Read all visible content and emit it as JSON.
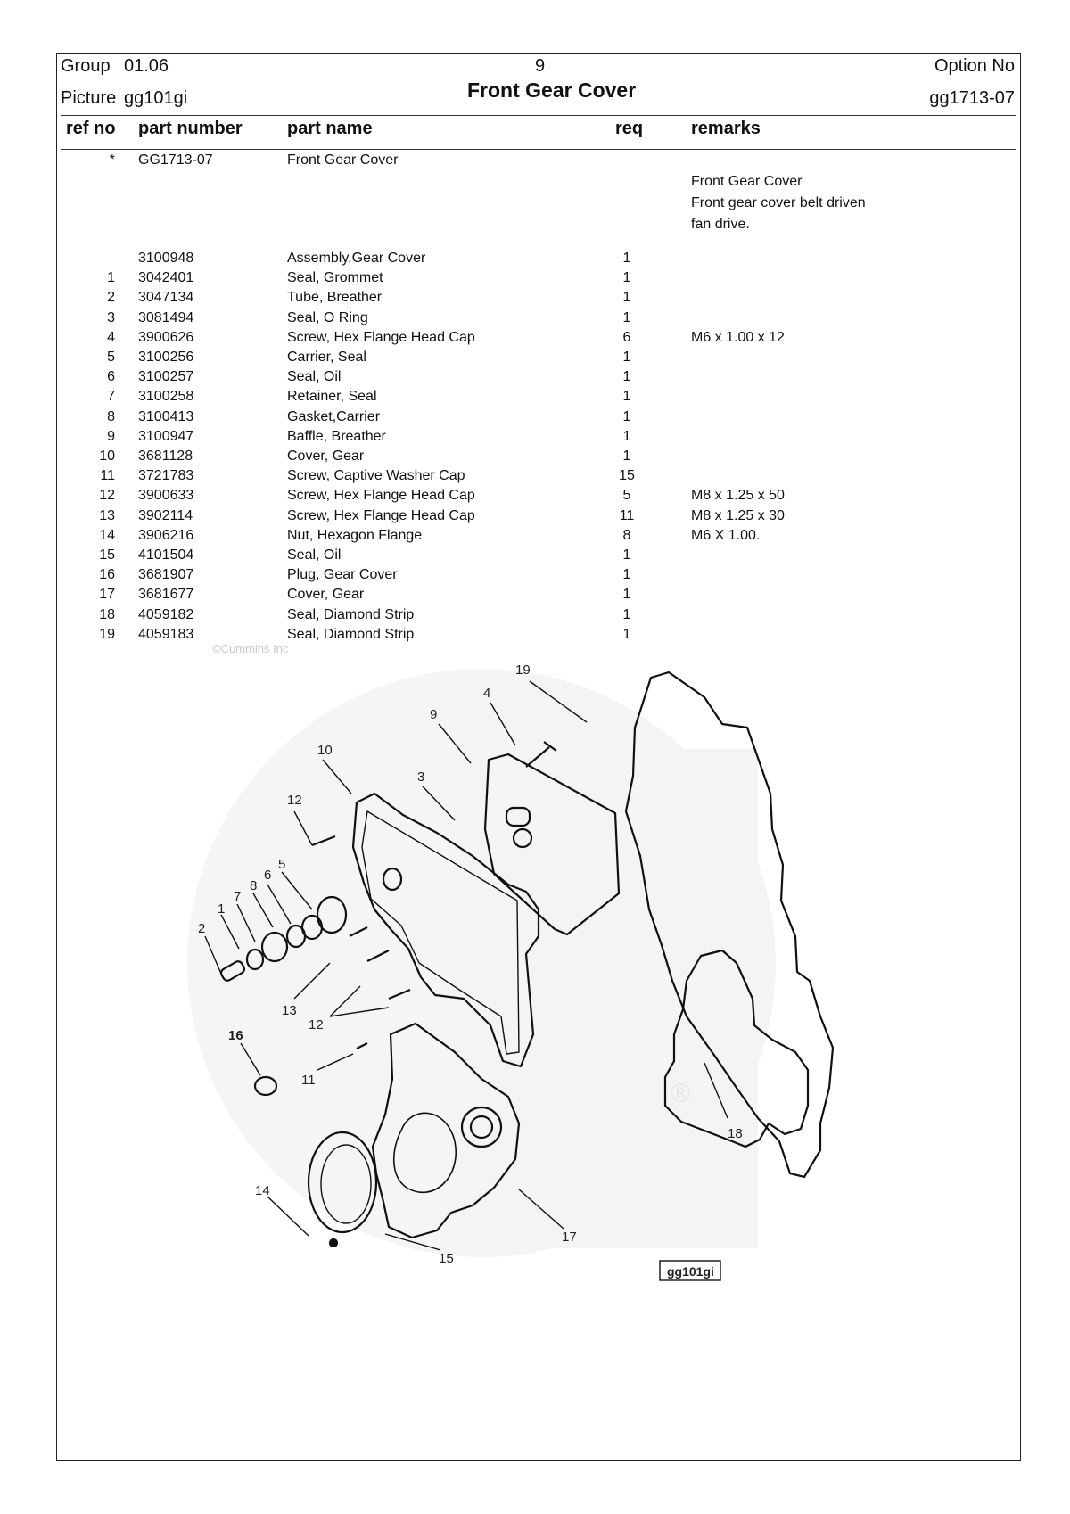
{
  "header": {
    "group_label": "Group",
    "group_value": "01.06",
    "page_number": "9",
    "option_label": "Option No",
    "picture_label": "Picture",
    "picture_value": "gg101gi",
    "title": "Front Gear Cover",
    "option_value": "gg1713-07"
  },
  "columns": {
    "ref_no": "ref no",
    "part_number": "part number",
    "part_name": "part name",
    "req": "req",
    "remarks": "remarks"
  },
  "top_row": {
    "ref": "*",
    "part_number": "GG1713-07",
    "part_name": "Front Gear Cover"
  },
  "remarks_block": [
    "Front Gear Cover",
    "Front gear cover belt driven",
    "fan drive."
  ],
  "parts": [
    {
      "ref": "",
      "part_number": "3100948",
      "part_name": "Assembly,Gear Cover",
      "req": "1",
      "remarks": ""
    },
    {
      "ref": "1",
      "part_number": "3042401",
      "part_name": "Seal, Grommet",
      "req": "1",
      "remarks": ""
    },
    {
      "ref": "2",
      "part_number": "3047134",
      "part_name": "Tube, Breather",
      "req": "1",
      "remarks": ""
    },
    {
      "ref": "3",
      "part_number": "3081494",
      "part_name": "Seal, O Ring",
      "req": "1",
      "remarks": ""
    },
    {
      "ref": "4",
      "part_number": "3900626",
      "part_name": "Screw, Hex Flange Head Cap",
      "req": "6",
      "remarks": "M6 x 1.00 x 12"
    },
    {
      "ref": "5",
      "part_number": "3100256",
      "part_name": "Carrier, Seal",
      "req": "1",
      "remarks": ""
    },
    {
      "ref": "6",
      "part_number": "3100257",
      "part_name": "Seal, Oil",
      "req": "1",
      "remarks": ""
    },
    {
      "ref": "7",
      "part_number": "3100258",
      "part_name": "Retainer, Seal",
      "req": "1",
      "remarks": ""
    },
    {
      "ref": "8",
      "part_number": "3100413",
      "part_name": "Gasket,Carrier",
      "req": "1",
      "remarks": ""
    },
    {
      "ref": "9",
      "part_number": "3100947",
      "part_name": "Baffle, Breather",
      "req": "1",
      "remarks": ""
    },
    {
      "ref": "10",
      "part_number": "3681128",
      "part_name": "Cover, Gear",
      "req": "1",
      "remarks": ""
    },
    {
      "ref": "11",
      "part_number": "3721783",
      "part_name": "Screw, Captive Washer Cap",
      "req": "15",
      "remarks": ""
    },
    {
      "ref": "12",
      "part_number": "3900633",
      "part_name": "Screw, Hex Flange Head Cap",
      "req": "5",
      "remarks": "M8 x 1.25 x 50"
    },
    {
      "ref": "13",
      "part_number": "3902114",
      "part_name": "Screw, Hex Flange Head Cap",
      "req": "11",
      "remarks": "M8 x 1.25 x 30"
    },
    {
      "ref": "14",
      "part_number": "3906216",
      "part_name": "Nut, Hexagon Flange",
      "req": "8",
      "remarks": "M6 X 1.00."
    },
    {
      "ref": "15",
      "part_number": "4101504",
      "part_name": "Seal, Oil",
      "req": "1",
      "remarks": ""
    },
    {
      "ref": "16",
      "part_number": "3681907",
      "part_name": "Plug, Gear Cover",
      "req": "1",
      "remarks": ""
    },
    {
      "ref": "17",
      "part_number": "3681677",
      "part_name": "Cover, Gear",
      "req": "1",
      "remarks": ""
    },
    {
      "ref": "18",
      "part_number": "4059182",
      "part_name": "Seal, Diamond Strip",
      "req": "1",
      "remarks": ""
    },
    {
      "ref": "19",
      "part_number": "4059183",
      "part_name": "Seal, Diamond Strip",
      "req": "1",
      "remarks": ""
    }
  ],
  "drawing": {
    "copyright": "©Cummins Inc",
    "picture_tag": "gg101gi",
    "registered_mark": "®",
    "callouts": [
      "19",
      "4",
      "9",
      "10",
      "3",
      "12",
      "5",
      "6",
      "8",
      "7",
      "1",
      "2",
      "13",
      "12",
      "16",
      "11",
      "14",
      "15",
      "17",
      "18"
    ]
  }
}
